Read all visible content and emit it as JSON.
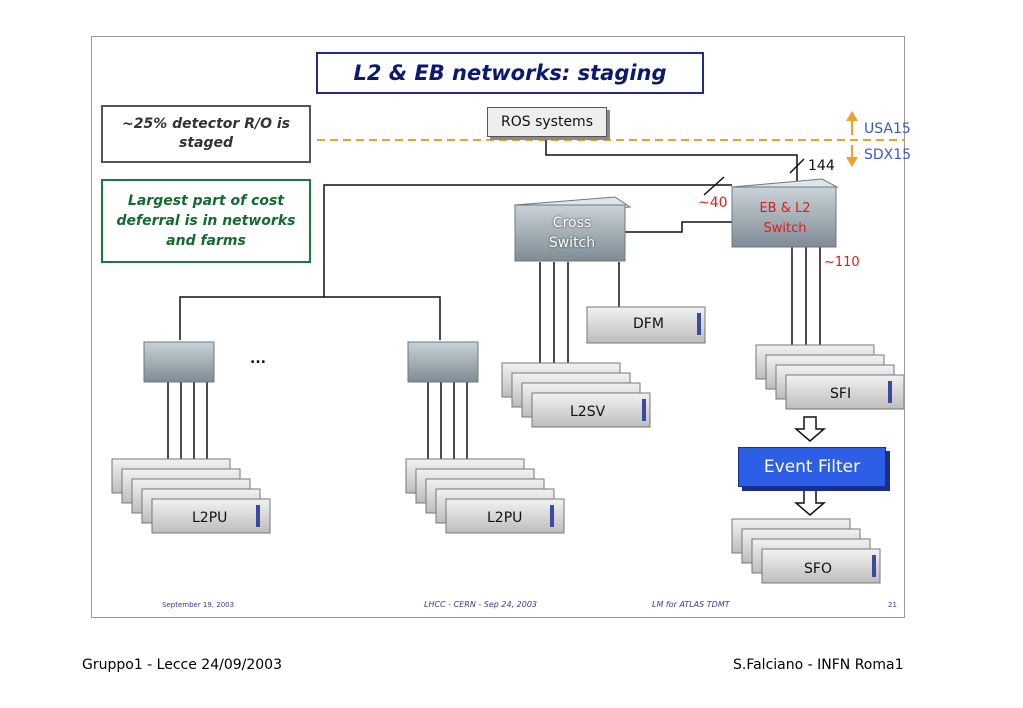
{
  "slide": {
    "title": "L2 & EB networks: staging",
    "note_staged": "~25% detector R/O is staged",
    "note_cost": "Largest part of cost deferral is in networks and farms",
    "ros_label": "ROS systems",
    "usa_label": "USA15",
    "sdx_label": "SDX15",
    "link_144": "144",
    "link_40": "~40",
    "link_110": "~110",
    "cross_switch": "Cross Switch",
    "eb_switch": "EB & L2 Switch",
    "dfm": "DFM",
    "l2sv": "L2SV",
    "sfi": "SFI",
    "l2pu_left": "L2PU",
    "l2pu_mid": "L2PU",
    "ellipsis": "...",
    "event_filter": "Event Filter",
    "sfo": "SFO",
    "footer_date": "September 19, 2003",
    "footer_center": "LHCC - CERN - Sep 24, 2003",
    "footer_right": "LM for ATLAS TDMT",
    "footer_page": "21"
  },
  "caption": {
    "left": "Gruppo1 - Lecce 24/09/2003",
    "right": "S.Falciano - INFN Roma1"
  },
  "colors": {
    "title_border": "#1f2a8a",
    "cost_note": "#136b2f",
    "dashed_boundary": "#f0a030",
    "location_label": "#3a56c9",
    "link_count": "#e01b1b",
    "event_filter": "#2d5fe6"
  }
}
